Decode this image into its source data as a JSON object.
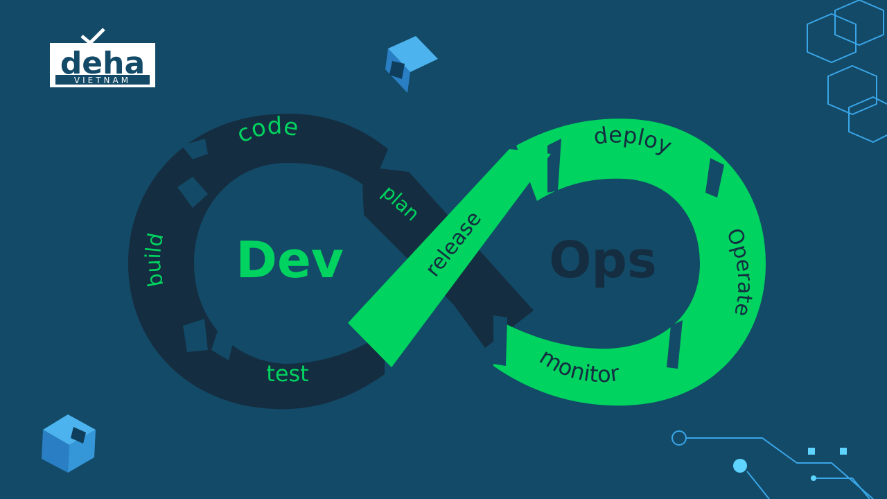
{
  "logo": {
    "word": "deha",
    "subtitle": "VIETNAM"
  },
  "center_labels": {
    "dev": "Dev",
    "ops": "Ops"
  },
  "stages": {
    "plan": "plan",
    "code": "code",
    "build": "build",
    "test": "test",
    "release": "release",
    "deploy": "deploy",
    "operate": "Operate",
    "monitor": "monitor"
  },
  "colors": {
    "background": "#134a67",
    "dev_loop": "#142d40",
    "ops_loop": "#00d35f",
    "dev_text": "#00d35f",
    "ops_text": "#142d40",
    "accent_blue": "#3aa6e8"
  },
  "decorations": [
    "3d-cube-icon",
    "hexagon-pattern",
    "circuit-lines"
  ]
}
